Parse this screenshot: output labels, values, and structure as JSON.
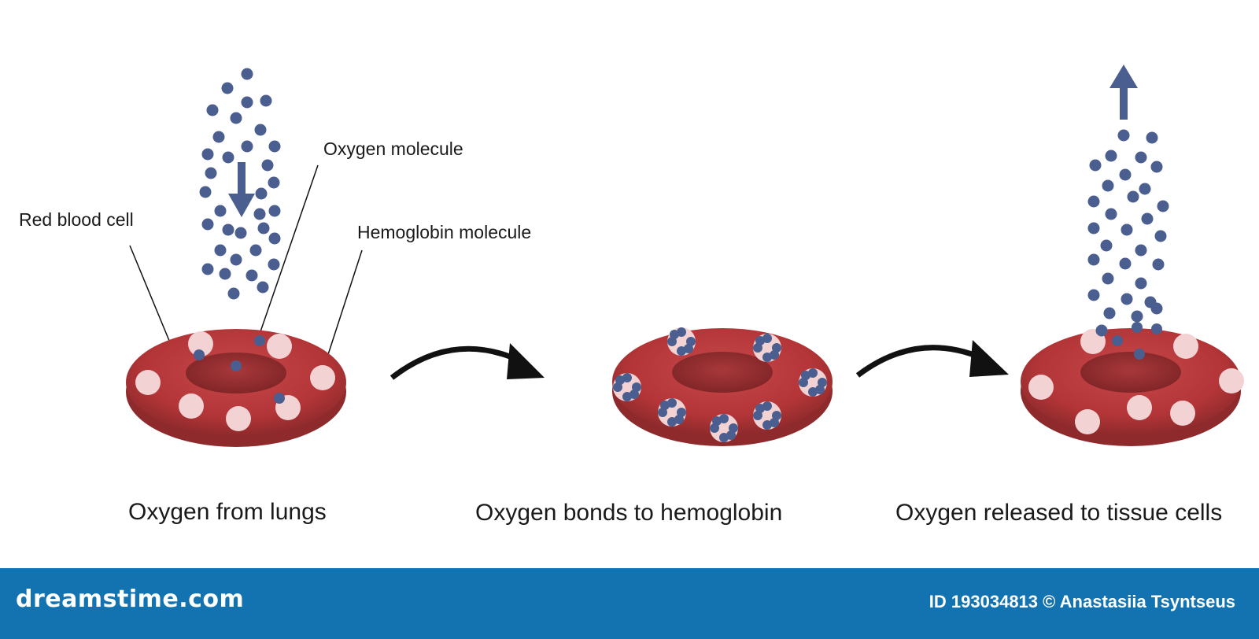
{
  "labels": {
    "red_blood_cell": "Red blood cell",
    "oxygen_molecule": "Oxygen molecule",
    "hemoglobin_molecule": "Hemoglobin molecule"
  },
  "steps": [
    {
      "caption": "Oxygen from lungs"
    },
    {
      "caption": "Oxygen bonds to hemoglobin"
    },
    {
      "caption": "Oxygen released to tissue cells"
    }
  ],
  "footer": {
    "logo": "dreamstime.com",
    "id_text": "ID 193034813 © Anastasiia Tsyntseus"
  },
  "colors": {
    "oxygen": "#4a5e90",
    "cell_body": "#b8383a",
    "cell_dark": "#8e2a2c",
    "hemoglobin": "#f3d2d4",
    "arrow": "#111111",
    "footer_bg": "#1273b0"
  }
}
